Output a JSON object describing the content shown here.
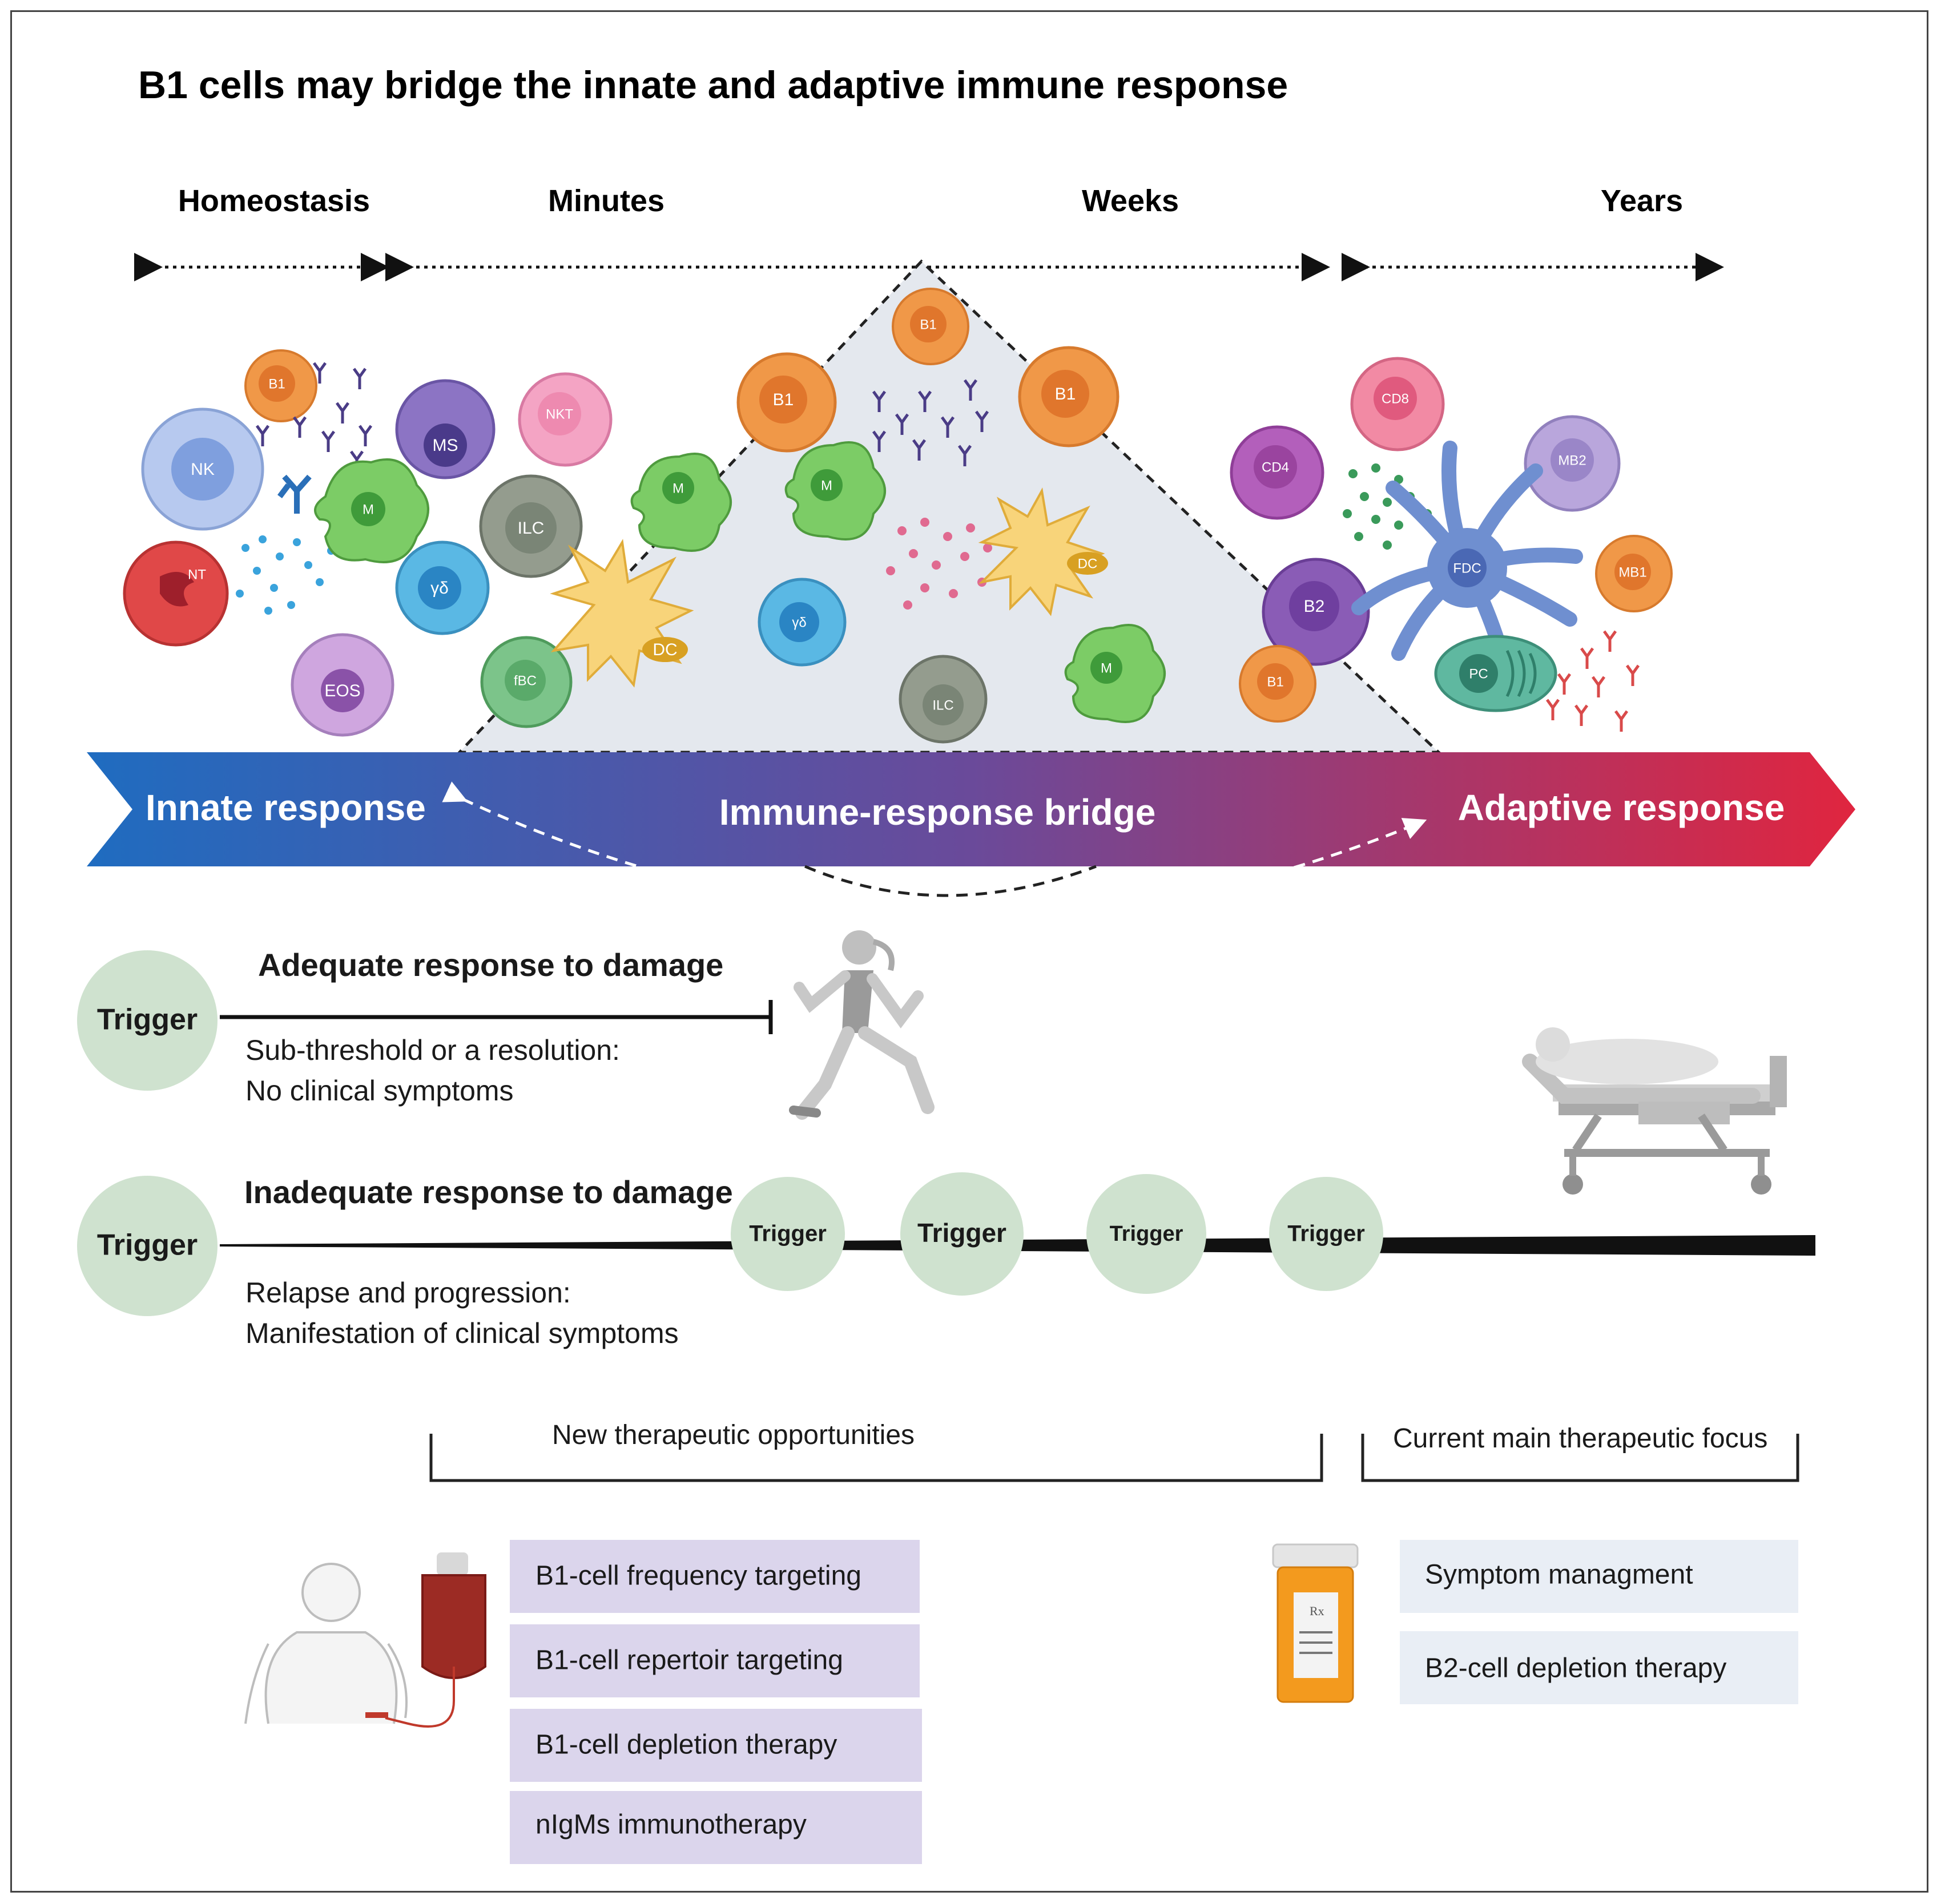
{
  "title": "B1 cells may bridge the innate and adaptive immune response",
  "timeline": {
    "homeostasis": "Homeostasis",
    "minutes": "Minutes",
    "weeks": "Weeks",
    "years": "Years"
  },
  "band": {
    "innate": "Innate response",
    "bridge": "Immune-response bridge",
    "adaptive": "Adaptive response",
    "colors": {
      "left": "#1f6cc0",
      "middle": "#6a4a9a",
      "right": "#e0253f"
    }
  },
  "cells": {
    "b1": "B1",
    "nk": "NK",
    "nt": "NT",
    "ms": "MS",
    "m": "M",
    "eos": "EOS",
    "nkt": "NKT",
    "ilc": "ILC",
    "gd": "γδ",
    "fbc": "fBC",
    "dc": "DC",
    "cd4": "CD4",
    "cd8": "CD8",
    "mb2": "MB2",
    "mb1": "MB1",
    "b2": "B2",
    "fdc": "FDC",
    "pc": "PC"
  },
  "adequate": {
    "trigger": "Trigger",
    "heading": "Adequate response to damage",
    "line1": "Sub-threshold or a resolution:",
    "line2": "No clinical symptoms"
  },
  "inadequate": {
    "trigger": "Trigger",
    "heading": "Inadequate response to damage",
    "line1": "Relapse and progression:",
    "line2": "Manifestation of clinical symptoms",
    "repeat_triggers": [
      "Trigger",
      "Trigger",
      "Trigger",
      "Trigger"
    ]
  },
  "therapy": {
    "new_label": "New therapeutic opportunities",
    "current_label": "Current main therapeutic focus",
    "new_items": [
      "B1-cell frequency targeting",
      "B1-cell repertoir targeting",
      "B1-cell depletion therapy",
      "nIgMs immunotherapy"
    ],
    "current_items": [
      "Symptom managment",
      "B2-cell depletion therapy"
    ],
    "rx": "Rx"
  }
}
